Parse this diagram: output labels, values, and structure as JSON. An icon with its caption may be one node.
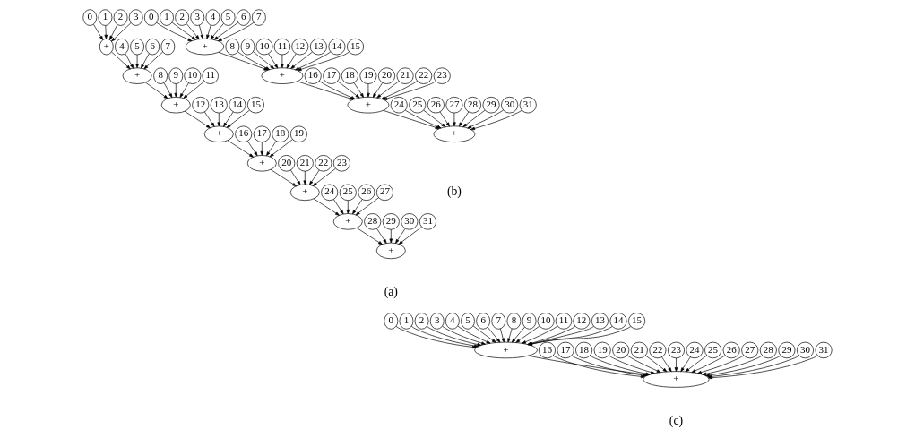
{
  "diagram": {
    "nodes": [
      {
        "text": [
          "0"
        ]
      },
      {
        "text": [
          "1"
        ]
      },
      {
        "text": [
          "2"
        ]
      },
      {
        "text": [
          "3"
        ]
      },
      {
        "text": [
          "+"
        ]
      },
      {
        "text": [
          "4"
        ]
      },
      {
        "text": [
          "5"
        ]
      },
      {
        "text": [
          "6"
        ]
      },
      {
        "text": [
          "7"
        ]
      },
      {
        "text": [
          "+"
        ]
      },
      {
        "text": [
          "8"
        ]
      },
      {
        "text": [
          "9"
        ]
      },
      {
        "text": [
          "10"
        ]
      },
      {
        "text": [
          "11"
        ]
      },
      {
        "text": [
          "+"
        ]
      },
      {
        "text": [
          "12"
        ]
      },
      {
        "text": [
          "13"
        ]
      },
      {
        "text": [
          "14"
        ]
      },
      {
        "text": [
          "15"
        ]
      },
      {
        "text": [
          "+"
        ]
      },
      {
        "text": [
          "16"
        ]
      },
      {
        "text": [
          "17"
        ]
      },
      {
        "text": [
          "18"
        ]
      },
      {
        "text": [
          "19"
        ]
      },
      {
        "text": [
          "+"
        ]
      },
      {
        "text": [
          "20"
        ]
      },
      {
        "text": [
          "21"
        ]
      },
      {
        "text": [
          "22"
        ]
      },
      {
        "text": [
          "23"
        ]
      },
      {
        "text": [
          "+"
        ]
      },
      {
        "text": [
          "24"
        ]
      },
      {
        "text": [
          "25"
        ]
      },
      {
        "text": [
          "26"
        ]
      },
      {
        "text": [
          "27"
        ]
      },
      {
        "text": [
          "+"
        ]
      },
      {
        "text": [
          "28"
        ]
      },
      {
        "text": [
          "29"
        ]
      },
      {
        "text": [
          "30"
        ]
      },
      {
        "text": [
          "31"
        ]
      },
      {
        "text": [
          "+"
        ]
      },
      {
        "text": [
          "0"
        ]
      },
      {
        "text": [
          "1"
        ]
      },
      {
        "text": [
          "2"
        ]
      },
      {
        "text": [
          "3"
        ]
      },
      {
        "text": [
          "4"
        ]
      },
      {
        "text": [
          "5"
        ]
      },
      {
        "text": [
          "6"
        ]
      },
      {
        "text": [
          "7"
        ]
      },
      {
        "text": [
          "+"
        ]
      },
      {
        "text": [
          "8"
        ]
      },
      {
        "text": [
          "9"
        ]
      },
      {
        "text": [
          "10"
        ]
      },
      {
        "text": [
          "11"
        ]
      },
      {
        "text": [
          "12"
        ]
      },
      {
        "text": [
          "13"
        ]
      },
      {
        "text": [
          "14"
        ]
      },
      {
        "text": [
          "15"
        ]
      },
      {
        "text": [
          "+"
        ]
      },
      {
        "text": [
          "16"
        ]
      },
      {
        "text": [
          "17"
        ]
      },
      {
        "text": [
          "18"
        ]
      },
      {
        "text": [
          "19"
        ]
      },
      {
        "text": [
          "20"
        ]
      },
      {
        "text": [
          "21"
        ]
      },
      {
        "text": [
          "22"
        ]
      },
      {
        "text": [
          "23"
        ]
      },
      {
        "text": [
          "+"
        ]
      },
      {
        "text": [
          "24"
        ]
      },
      {
        "text": [
          "25"
        ]
      },
      {
        "text": [
          "26"
        ]
      },
      {
        "text": [
          "27"
        ]
      },
      {
        "text": [
          "28"
        ]
      },
      {
        "text": [
          "29"
        ]
      },
      {
        "text": [
          "30"
        ]
      },
      {
        "text": [
          "31"
        ]
      },
      {
        "text": [
          "+"
        ]
      },
      {
        "text": [
          "0"
        ]
      },
      {
        "text": [
          "1"
        ]
      },
      {
        "text": [
          "2"
        ]
      },
      {
        "text": [
          "3"
        ]
      },
      {
        "text": [
          "4"
        ]
      },
      {
        "text": [
          "5"
        ]
      },
      {
        "text": [
          "6"
        ]
      },
      {
        "text": [
          "7"
        ]
      },
      {
        "text": [
          "8"
        ]
      },
      {
        "text": [
          "9"
        ]
      },
      {
        "text": [
          "10"
        ]
      },
      {
        "text": [
          "11"
        ]
      },
      {
        "text": [
          "12"
        ]
      },
      {
        "text": [
          "13"
        ]
      },
      {
        "text": [
          "14"
        ]
      },
      {
        "text": [
          "15"
        ]
      },
      {
        "text": [
          "+"
        ]
      },
      {
        "text": [
          "16"
        ]
      },
      {
        "text": [
          "17"
        ]
      },
      {
        "text": [
          "18"
        ]
      },
      {
        "text": [
          "19"
        ]
      },
      {
        "text": [
          "20"
        ]
      },
      {
        "text": [
          "21"
        ]
      },
      {
        "text": [
          "22"
        ]
      },
      {
        "text": [
          "23"
        ]
      },
      {
        "text": [
          "24"
        ]
      },
      {
        "text": [
          "25"
        ]
      },
      {
        "text": [
          "26"
        ]
      },
      {
        "text": [
          "27"
        ]
      },
      {
        "text": [
          "28"
        ]
      },
      {
        "text": [
          "29"
        ]
      },
      {
        "text": [
          "30"
        ]
      },
      {
        "text": [
          "31"
        ]
      },
      {
        "text": [
          "+"
        ]
      }
    ],
    "edges": [
      {
        "from": 0,
        "to": 4,
        "arrow": "to"
      },
      {
        "from": 1,
        "to": 4,
        "arrow": "to"
      },
      {
        "from": 2,
        "to": 4,
        "arrow": "to"
      },
      {
        "from": 3,
        "to": 4,
        "arrow": "to"
      },
      {
        "from": 4,
        "to": 9,
        "arrow": "to"
      },
      {
        "from": 5,
        "to": 9,
        "arrow": "to"
      },
      {
        "from": 6,
        "to": 9,
        "arrow": "to"
      },
      {
        "from": 7,
        "to": 9,
        "arrow": "to"
      },
      {
        "from": 8,
        "to": 9,
        "arrow": "to"
      },
      {
        "from": 9,
        "to": 14,
        "arrow": "to"
      },
      {
        "from": 10,
        "to": 14,
        "arrow": "to"
      },
      {
        "from": 11,
        "to": 14,
        "arrow": "to"
      },
      {
        "from": 12,
        "to": 14,
        "arrow": "to"
      },
      {
        "from": 13,
        "to": 14,
        "arrow": "to"
      },
      {
        "from": 14,
        "to": 19,
        "arrow": "to"
      },
      {
        "from": 15,
        "to": 19,
        "arrow": "to"
      },
      {
        "from": 16,
        "to": 19,
        "arrow": "to"
      },
      {
        "from": 17,
        "to": 19,
        "arrow": "to"
      },
      {
        "from": 18,
        "to": 19,
        "arrow": "to"
      },
      {
        "from": 19,
        "to": 24,
        "arrow": "to"
      },
      {
        "from": 20,
        "to": 24,
        "arrow": "to"
      },
      {
        "from": 21,
        "to": 24,
        "arrow": "to"
      },
      {
        "from": 22,
        "to": 24,
        "arrow": "to"
      },
      {
        "from": 23,
        "to": 24,
        "arrow": "to"
      },
      {
        "from": 24,
        "to": 29,
        "arrow": "to"
      },
      {
        "from": 25,
        "to": 29,
        "arrow": "to"
      },
      {
        "from": 26,
        "to": 29,
        "arrow": "to"
      },
      {
        "from": 27,
        "to": 29,
        "arrow": "to"
      },
      {
        "from": 28,
        "to": 29,
        "arrow": "to"
      },
      {
        "from": 29,
        "to": 34,
        "arrow": "to"
      },
      {
        "from": 30,
        "to": 34,
        "arrow": "to"
      },
      {
        "from": 31,
        "to": 34,
        "arrow": "to"
      },
      {
        "from": 32,
        "to": 34,
        "arrow": "to"
      },
      {
        "from": 33,
        "to": 34,
        "arrow": "to"
      },
      {
        "from": 34,
        "to": 39,
        "arrow": "to"
      },
      {
        "from": 35,
        "to": 39,
        "arrow": "to"
      },
      {
        "from": 36,
        "to": 39,
        "arrow": "to"
      },
      {
        "from": 37,
        "to": 39,
        "arrow": "to"
      },
      {
        "from": 38,
        "to": 39,
        "arrow": "to"
      },
      {
        "from": 40,
        "to": 48,
        "arrow": "to"
      },
      {
        "from": 41,
        "to": 48,
        "arrow": "to"
      },
      {
        "from": 42,
        "to": 48,
        "arrow": "to"
      },
      {
        "from": 43,
        "to": 48,
        "arrow": "to"
      },
      {
        "from": 44,
        "to": 48,
        "arrow": "to"
      },
      {
        "from": 45,
        "to": 48,
        "arrow": "to"
      },
      {
        "from": 46,
        "to": 48,
        "arrow": "to"
      },
      {
        "from": 47,
        "to": 48,
        "arrow": "to"
      },
      {
        "from": 48,
        "to": 57,
        "arrow": "to"
      },
      {
        "from": 49,
        "to": 57,
        "arrow": "to"
      },
      {
        "from": 50,
        "to": 57,
        "arrow": "to"
      },
      {
        "from": 51,
        "to": 57,
        "arrow": "to"
      },
      {
        "from": 52,
        "to": 57,
        "arrow": "to"
      },
      {
        "from": 53,
        "to": 57,
        "arrow": "to"
      },
      {
        "from": 54,
        "to": 57,
        "arrow": "to"
      },
      {
        "from": 55,
        "to": 57,
        "arrow": "to"
      },
      {
        "from": 56,
        "to": 57,
        "arrow": "to"
      },
      {
        "from": 57,
        "to": 66,
        "arrow": "to"
      },
      {
        "from": 58,
        "to": 66,
        "arrow": "to"
      },
      {
        "from": 59,
        "to": 66,
        "arrow": "to"
      },
      {
        "from": 60,
        "to": 66,
        "arrow": "to"
      },
      {
        "from": 61,
        "to": 66,
        "arrow": "to"
      },
      {
        "from": 62,
        "to": 66,
        "arrow": "to"
      },
      {
        "from": 63,
        "to": 66,
        "arrow": "to"
      },
      {
        "from": 64,
        "to": 66,
        "arrow": "to"
      },
      {
        "from": 65,
        "to": 66,
        "arrow": "to"
      },
      {
        "from": 66,
        "to": 75,
        "arrow": "to"
      },
      {
        "from": 67,
        "to": 75,
        "arrow": "to"
      },
      {
        "from": 68,
        "to": 75,
        "arrow": "to"
      },
      {
        "from": 69,
        "to": 75,
        "arrow": "to"
      },
      {
        "from": 70,
        "to": 75,
        "arrow": "to"
      },
      {
        "from": 71,
        "to": 75,
        "arrow": "to"
      },
      {
        "from": 72,
        "to": 75,
        "arrow": "to"
      },
      {
        "from": 73,
        "to": 75,
        "arrow": "to"
      },
      {
        "from": 74,
        "to": 75,
        "arrow": "to"
      },
      {
        "from": 76,
        "to": 92,
        "arrow": "to"
      },
      {
        "from": 77,
        "to": 92,
        "arrow": "to"
      },
      {
        "from": 78,
        "to": 92,
        "arrow": "to"
      },
      {
        "from": 79,
        "to": 92,
        "arrow": "to"
      },
      {
        "from": 80,
        "to": 92,
        "arrow": "to"
      },
      {
        "from": 81,
        "to": 92,
        "arrow": "to"
      },
      {
        "from": 82,
        "to": 92,
        "arrow": "to"
      },
      {
        "from": 83,
        "to": 92,
        "arrow": "to"
      },
      {
        "from": 84,
        "to": 92,
        "arrow": "to"
      },
      {
        "from": 85,
        "to": 92,
        "arrow": "to"
      },
      {
        "from": 86,
        "to": 92,
        "arrow": "to"
      },
      {
        "from": 87,
        "to": 92,
        "arrow": "to"
      },
      {
        "from": 88,
        "to": 92,
        "arrow": "to"
      },
      {
        "from": 89,
        "to": 92,
        "arrow": "to"
      },
      {
        "from": 90,
        "to": 92,
        "arrow": "to"
      },
      {
        "from": 91,
        "to": 92,
        "arrow": "to"
      },
      {
        "from": 92,
        "to": 109,
        "arrow": "to"
      },
      {
        "from": 93,
        "to": 109,
        "arrow": "to"
      },
      {
        "from": 94,
        "to": 109,
        "arrow": "to"
      },
      {
        "from": 95,
        "to": 109,
        "arrow": "to"
      },
      {
        "from": 96,
        "to": 109,
        "arrow": "to"
      },
      {
        "from": 97,
        "to": 109,
        "arrow": "to"
      },
      {
        "from": 98,
        "to": 109,
        "arrow": "to"
      },
      {
        "from": 99,
        "to": 109,
        "arrow": "to"
      },
      {
        "from": 100,
        "to": 109,
        "arrow": "to"
      },
      {
        "from": 101,
        "to": 109,
        "arrow": "to"
      },
      {
        "from": 102,
        "to": 109,
        "arrow": "to"
      },
      {
        "from": 103,
        "to": 109,
        "arrow": "to"
      },
      {
        "from": 104,
        "to": 109,
        "arrow": "to"
      },
      {
        "from": 105,
        "to": 109,
        "arrow": "to"
      },
      {
        "from": 106,
        "to": 109,
        "arrow": "to"
      },
      {
        "from": 107,
        "to": 109,
        "arrow": "to"
      },
      {
        "from": 108,
        "to": 109,
        "arrow": "to"
      }
    ],
    "labels": [
      "(a)",
      "(b)",
      "(c)"
    ]
  }
}
